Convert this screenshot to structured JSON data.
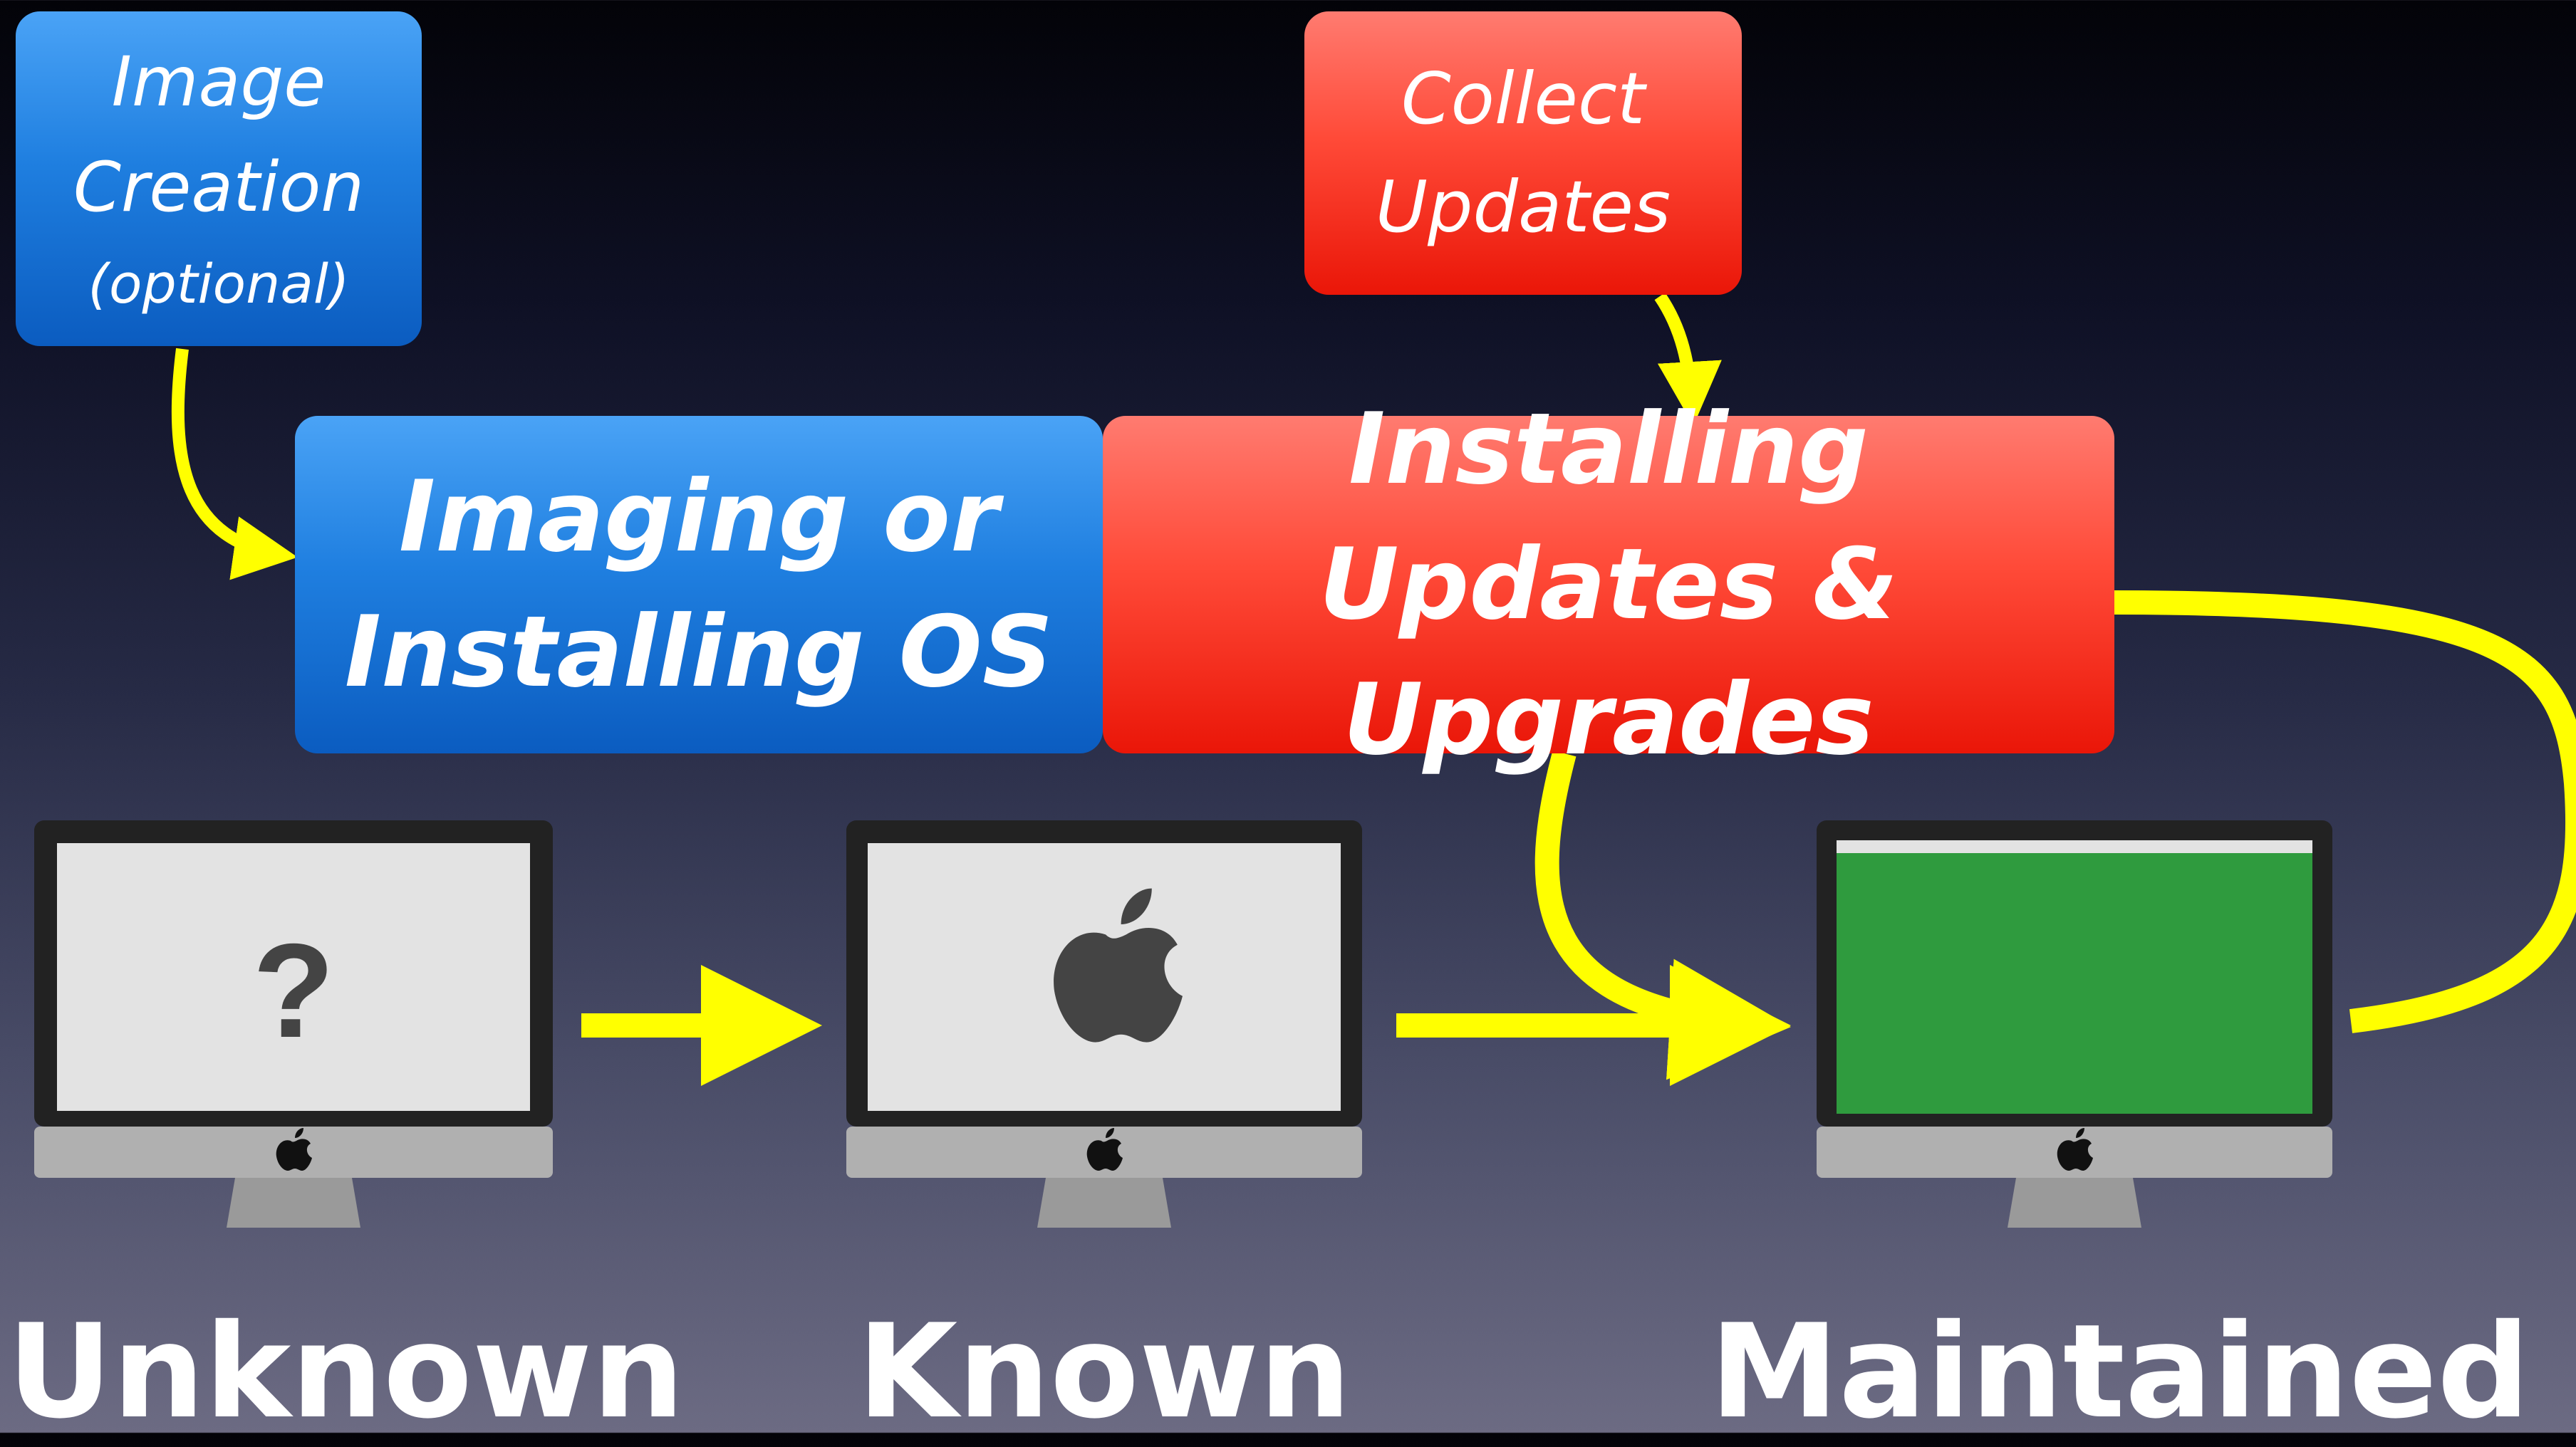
{
  "boxes": {
    "image_creation": {
      "line1": "Image",
      "line2": "Creation",
      "line3": "(optional)"
    },
    "collect_updates": {
      "line1": "Collect",
      "line2": "Updates"
    },
    "imaging": {
      "line1": "Imaging or",
      "line2": "Installing OS"
    },
    "installing": {
      "line1": "Installing",
      "line2": "Updates & Upgrades"
    }
  },
  "computers": {
    "unknown": {
      "screen_glyph": "?",
      "icon": "question-mark-icon"
    },
    "known": {
      "icon": "apple-logo-icon"
    },
    "maintained": {
      "icon": "green-screen"
    }
  },
  "labels": {
    "unknown": "Unknown",
    "known": "Known",
    "maintained": "Maintained"
  },
  "colors": {
    "arrow": "#ffff00",
    "blue": "#1f7fe0",
    "red": "#ff4a38",
    "green_screen": "#2f9b3e"
  }
}
